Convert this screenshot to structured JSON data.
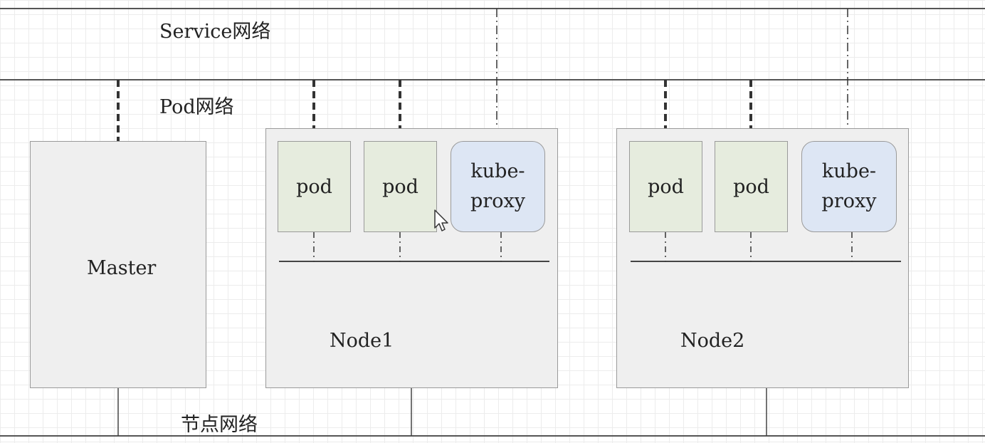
{
  "networks": {
    "service": "Service网络",
    "pod": "Pod网络",
    "node": "节点网络"
  },
  "master": {
    "label": "Master"
  },
  "nodes": [
    {
      "label": "Node1",
      "pods": [
        "pod",
        "pod"
      ],
      "proxy": [
        "kube-",
        "proxy"
      ]
    },
    {
      "label": "Node2",
      "pods": [
        "pod",
        "pod"
      ],
      "proxy": [
        "kube-",
        "proxy"
      ]
    }
  ],
  "colors": {
    "pod_fill": "#e6ecde",
    "proxy_fill": "#dde6f4",
    "box_fill": "#efefef",
    "line": "#333333"
  },
  "icons": {
    "cursor": "mouse-pointer-icon"
  }
}
